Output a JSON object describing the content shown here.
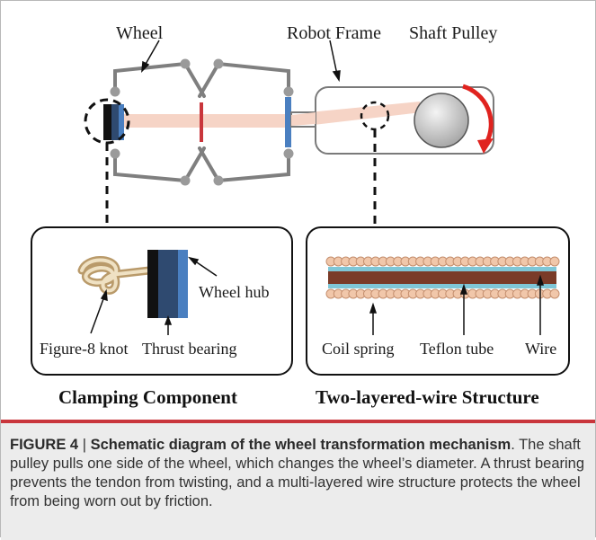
{
  "labels": {
    "wheel": "Wheel",
    "robot_frame": "Robot Frame",
    "shaft_pulley": "Shaft Pulley",
    "wheel_hub": "Wheel hub",
    "figure8_knot": "Figure-8 knot",
    "thrust_bearing": "Thrust bearing",
    "coil_spring": "Coil spring",
    "teflon_tube": "Teflon tube",
    "wire": "Wire"
  },
  "panels": {
    "left_title": "Clamping Component",
    "right_title": "Two-layered-wire Structure"
  },
  "caption": {
    "figure_number": "FIGURE 4",
    "separator": " | ",
    "title": "Schematic diagram of the wheel transformation mechanism",
    "title_end": ".",
    "text": " The shaft pulley pulls one side of the wheel, which changes the wheel’s diameter. A thrust bearing prevents the tendon from twisting, and a multi-layered wire structure protects the wheel from being worn out by friction."
  },
  "colors": {
    "tendon": "#f6d4c6",
    "hub_blue": "#4a7fc0",
    "center_red": "#c9363c",
    "arrow_red": "#e0231f",
    "frame_gray": "#7a7a7a",
    "spring_tan": "#e8b89a",
    "teflon_cyan": "#7fc6d6",
    "wire_brown": "#7a3b28",
    "caption_accent": "#c9363c"
  }
}
